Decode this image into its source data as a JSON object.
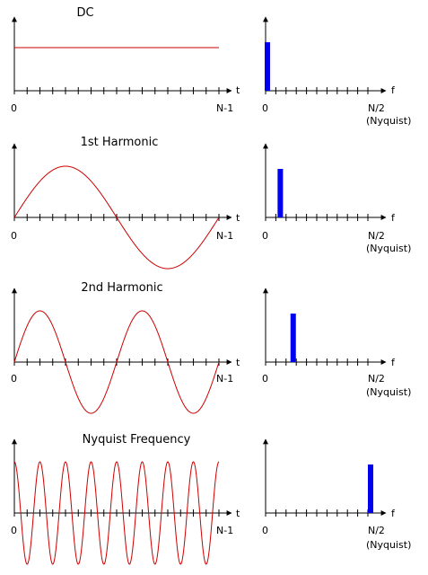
{
  "panels": [
    {
      "title": "DC",
      "signal": {
        "kind": "dc",
        "cycles": 0,
        "level": 0.7
      },
      "spectrum": {
        "bin": 0,
        "height": 0.85
      }
    },
    {
      "title": "1st Harmonic",
      "signal": {
        "kind": "sin",
        "cycles": 1
      },
      "spectrum": {
        "bin": 1,
        "height": 0.85
      }
    },
    {
      "title": "2nd Harmonic",
      "signal": {
        "kind": "sin",
        "cycles": 2
      },
      "spectrum": {
        "bin": 2,
        "height": 0.85
      }
    },
    {
      "title": "Nyquist Frequency",
      "signal": {
        "kind": "cos",
        "cycles": 8
      },
      "spectrum": {
        "bin": 8,
        "height": 0.85
      }
    }
  ],
  "time_axis": {
    "var": "t",
    "start": "0",
    "end": "N-1",
    "ticks": 16
  },
  "freq_axis": {
    "var": "f",
    "start": "0",
    "end": "N/2",
    "end_note": "(Nyquist)",
    "ticks": 11,
    "bin_spacing_ticks": 1
  },
  "colors": {
    "wave": "#cc0000",
    "bar": "#0000ee",
    "axis": "#000000"
  }
}
